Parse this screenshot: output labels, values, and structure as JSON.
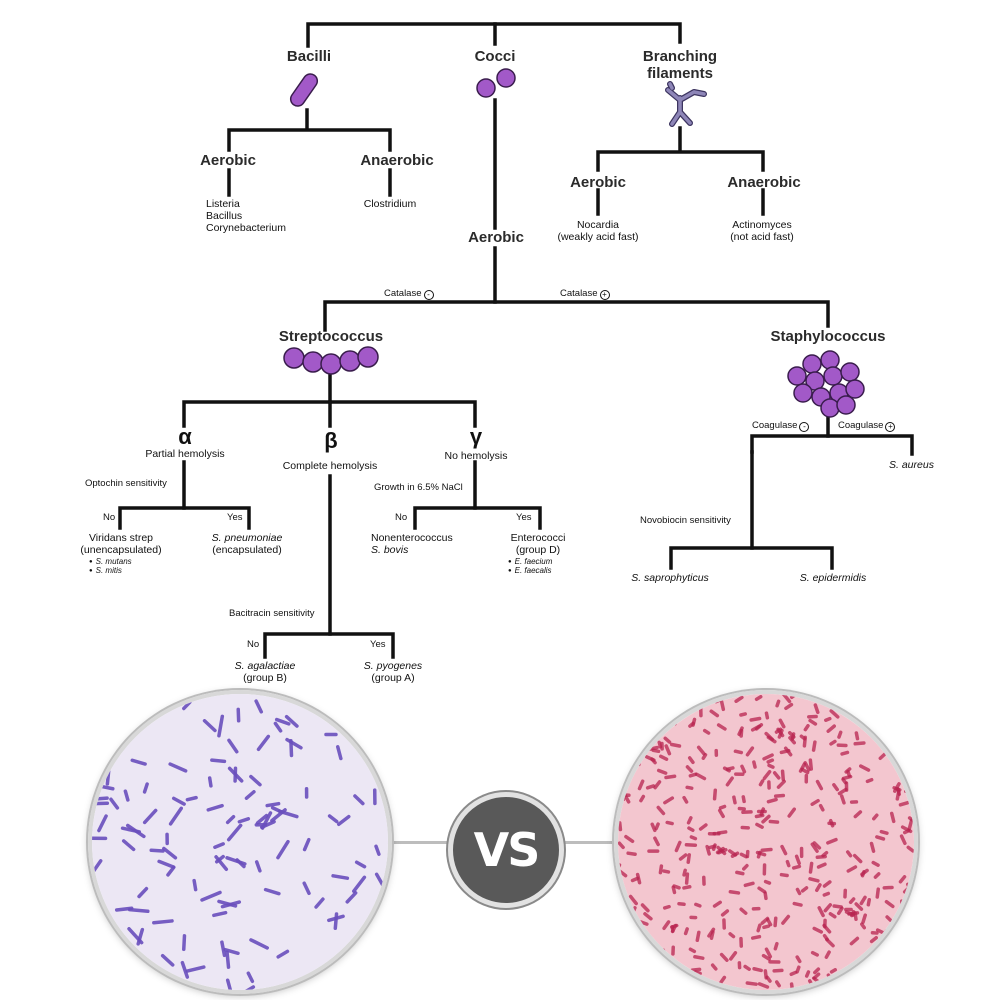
{
  "top": {
    "bacilli": "Bacilli",
    "cocci": "Cocci",
    "branching": [
      "Branching",
      "filaments"
    ]
  },
  "bacilli": {
    "aerobic": "Aerobic",
    "anaerobic": "Anaerobic",
    "aerobic_examples": [
      "Listeria",
      "Bacillus",
      "Corynebacterium"
    ],
    "anaerobic_examples": [
      "Clostridium"
    ]
  },
  "branching": {
    "aerobic": "Aerobic",
    "anaerobic": "Anaerobic",
    "aerobic_examples": [
      "Nocardia",
      "(weakly acid fast)"
    ],
    "anaerobic_examples": [
      "Actinomyces",
      "(not acid fast)"
    ]
  },
  "cocci": {
    "aerobic": "Aerobic",
    "catalase_neg": "Catalase",
    "catalase_pos": "Catalase",
    "neg_sign": "-",
    "pos_sign": "+"
  },
  "strep": {
    "title": "Streptococcus",
    "alpha": {
      "symbol": "α",
      "label": "Partial hemolysis",
      "test": "Optochin sensitivity",
      "no": "No",
      "yes": "Yes",
      "no_result": [
        "Viridans strep",
        "(unencapsulated)"
      ],
      "no_examples": [
        "S. mutans",
        "S. mitis"
      ],
      "yes_result": [
        "S. pneumoniae",
        "(encapsulated)"
      ]
    },
    "beta": {
      "symbol": "β",
      "label": "Complete hemolysis",
      "test": "Bacitracin sensitivity",
      "no": "No",
      "yes": "Yes",
      "no_result": [
        "S. agalactiae",
        "(group B)"
      ],
      "yes_result": [
        "S. pyogenes",
        "(group A)"
      ]
    },
    "gamma": {
      "symbol": "γ",
      "label": "No hemolysis",
      "test": "Growth in 6.5% NaCl",
      "no": "No",
      "yes": "Yes",
      "no_result": [
        "Nonenterococcus",
        "S. bovis"
      ],
      "yes_result": [
        "Enterococci",
        "(group D)"
      ],
      "yes_examples": [
        "E. faecium",
        "E. faecalis"
      ]
    }
  },
  "staph": {
    "title": "Staphylococcus",
    "coag_neg": "Coagulase",
    "coag_pos": "Coagulase",
    "aureus": "S. aureus",
    "test": "Novobiocin sensitivity",
    "saprophyticus": "S. saprophyticus",
    "epidermidis": "S. epidermidis"
  },
  "comparison": {
    "vs": "VS",
    "left_stain_color": "#6a4fbd",
    "right_stain_color": "#b8234f",
    "left_bg": "#ece7f4",
    "right_bg": "#f3c6cf"
  },
  "colors": {
    "coccus": "#a259c8",
    "coccus_stroke": "#3a1d4d",
    "filament": "#8e86b8",
    "line": "#111111"
  }
}
